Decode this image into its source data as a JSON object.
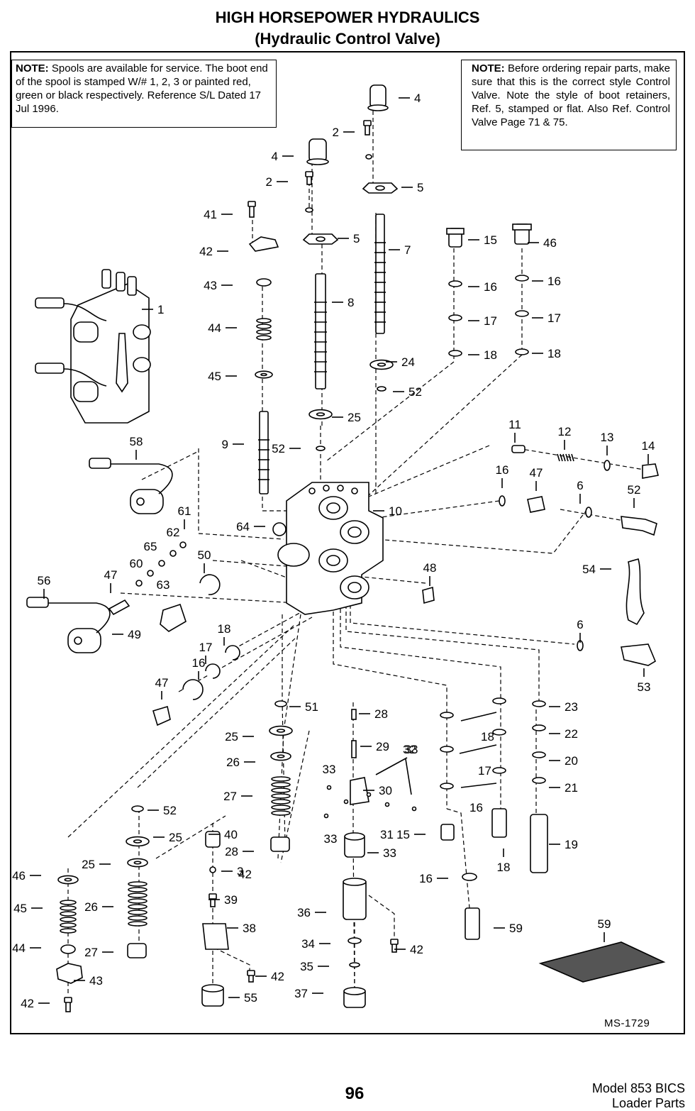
{
  "header": {
    "title": "HIGH HORSEPOWER HYDRAULICS",
    "subtitle": "(Hydraulic Control Valve)"
  },
  "notes": {
    "left_label": "NOTE:",
    "left_text": "Spools are available for service. The boot end of the spool is stamped W/# 1, 2, 3 or painted red, green or black respectively. Reference S/L Dated 17 Jul 1996.",
    "right_label": "NOTE:",
    "right_text": "Before ordering repair parts, make sure that this is the correct style Control Valve. Note the style of boot retainers, Ref. 5, stamped or flat. Also Ref. Control Valve Page 71 & 75."
  },
  "drawing_code": "MS-1729",
  "footer": {
    "page_number": "96",
    "model": "Model 853 BICS",
    "section": "Loader Parts"
  },
  "callouts": [
    "1",
    "2",
    "2",
    "3",
    "4",
    "4",
    "5",
    "5",
    "6",
    "6",
    "7",
    "8",
    "9",
    "10",
    "11",
    "12",
    "13",
    "14",
    "15",
    "15",
    "16",
    "16",
    "16",
    "16",
    "16",
    "16",
    "17",
    "17",
    "17",
    "17",
    "18",
    "18",
    "18",
    "18",
    "18",
    "19",
    "20",
    "21",
    "22",
    "23",
    "24",
    "25",
    "25",
    "25",
    "25",
    "26",
    "26",
    "27",
    "27",
    "28",
    "28",
    "29",
    "30",
    "31",
    "32",
    "33",
    "33",
    "33",
    "33",
    "34",
    "35",
    "36",
    "37",
    "38",
    "39",
    "40",
    "41",
    "42",
    "42",
    "42",
    "42",
    "42",
    "43",
    "43",
    "44",
    "44",
    "45",
    "45",
    "46",
    "46",
    "47",
    "47",
    "47",
    "48",
    "49",
    "50",
    "51",
    "52",
    "52",
    "52",
    "52",
    "53",
    "54",
    "55",
    "56",
    "58",
    "59",
    "59",
    "60",
    "61",
    "62",
    "63",
    "64",
    "65",
    "65"
  ]
}
